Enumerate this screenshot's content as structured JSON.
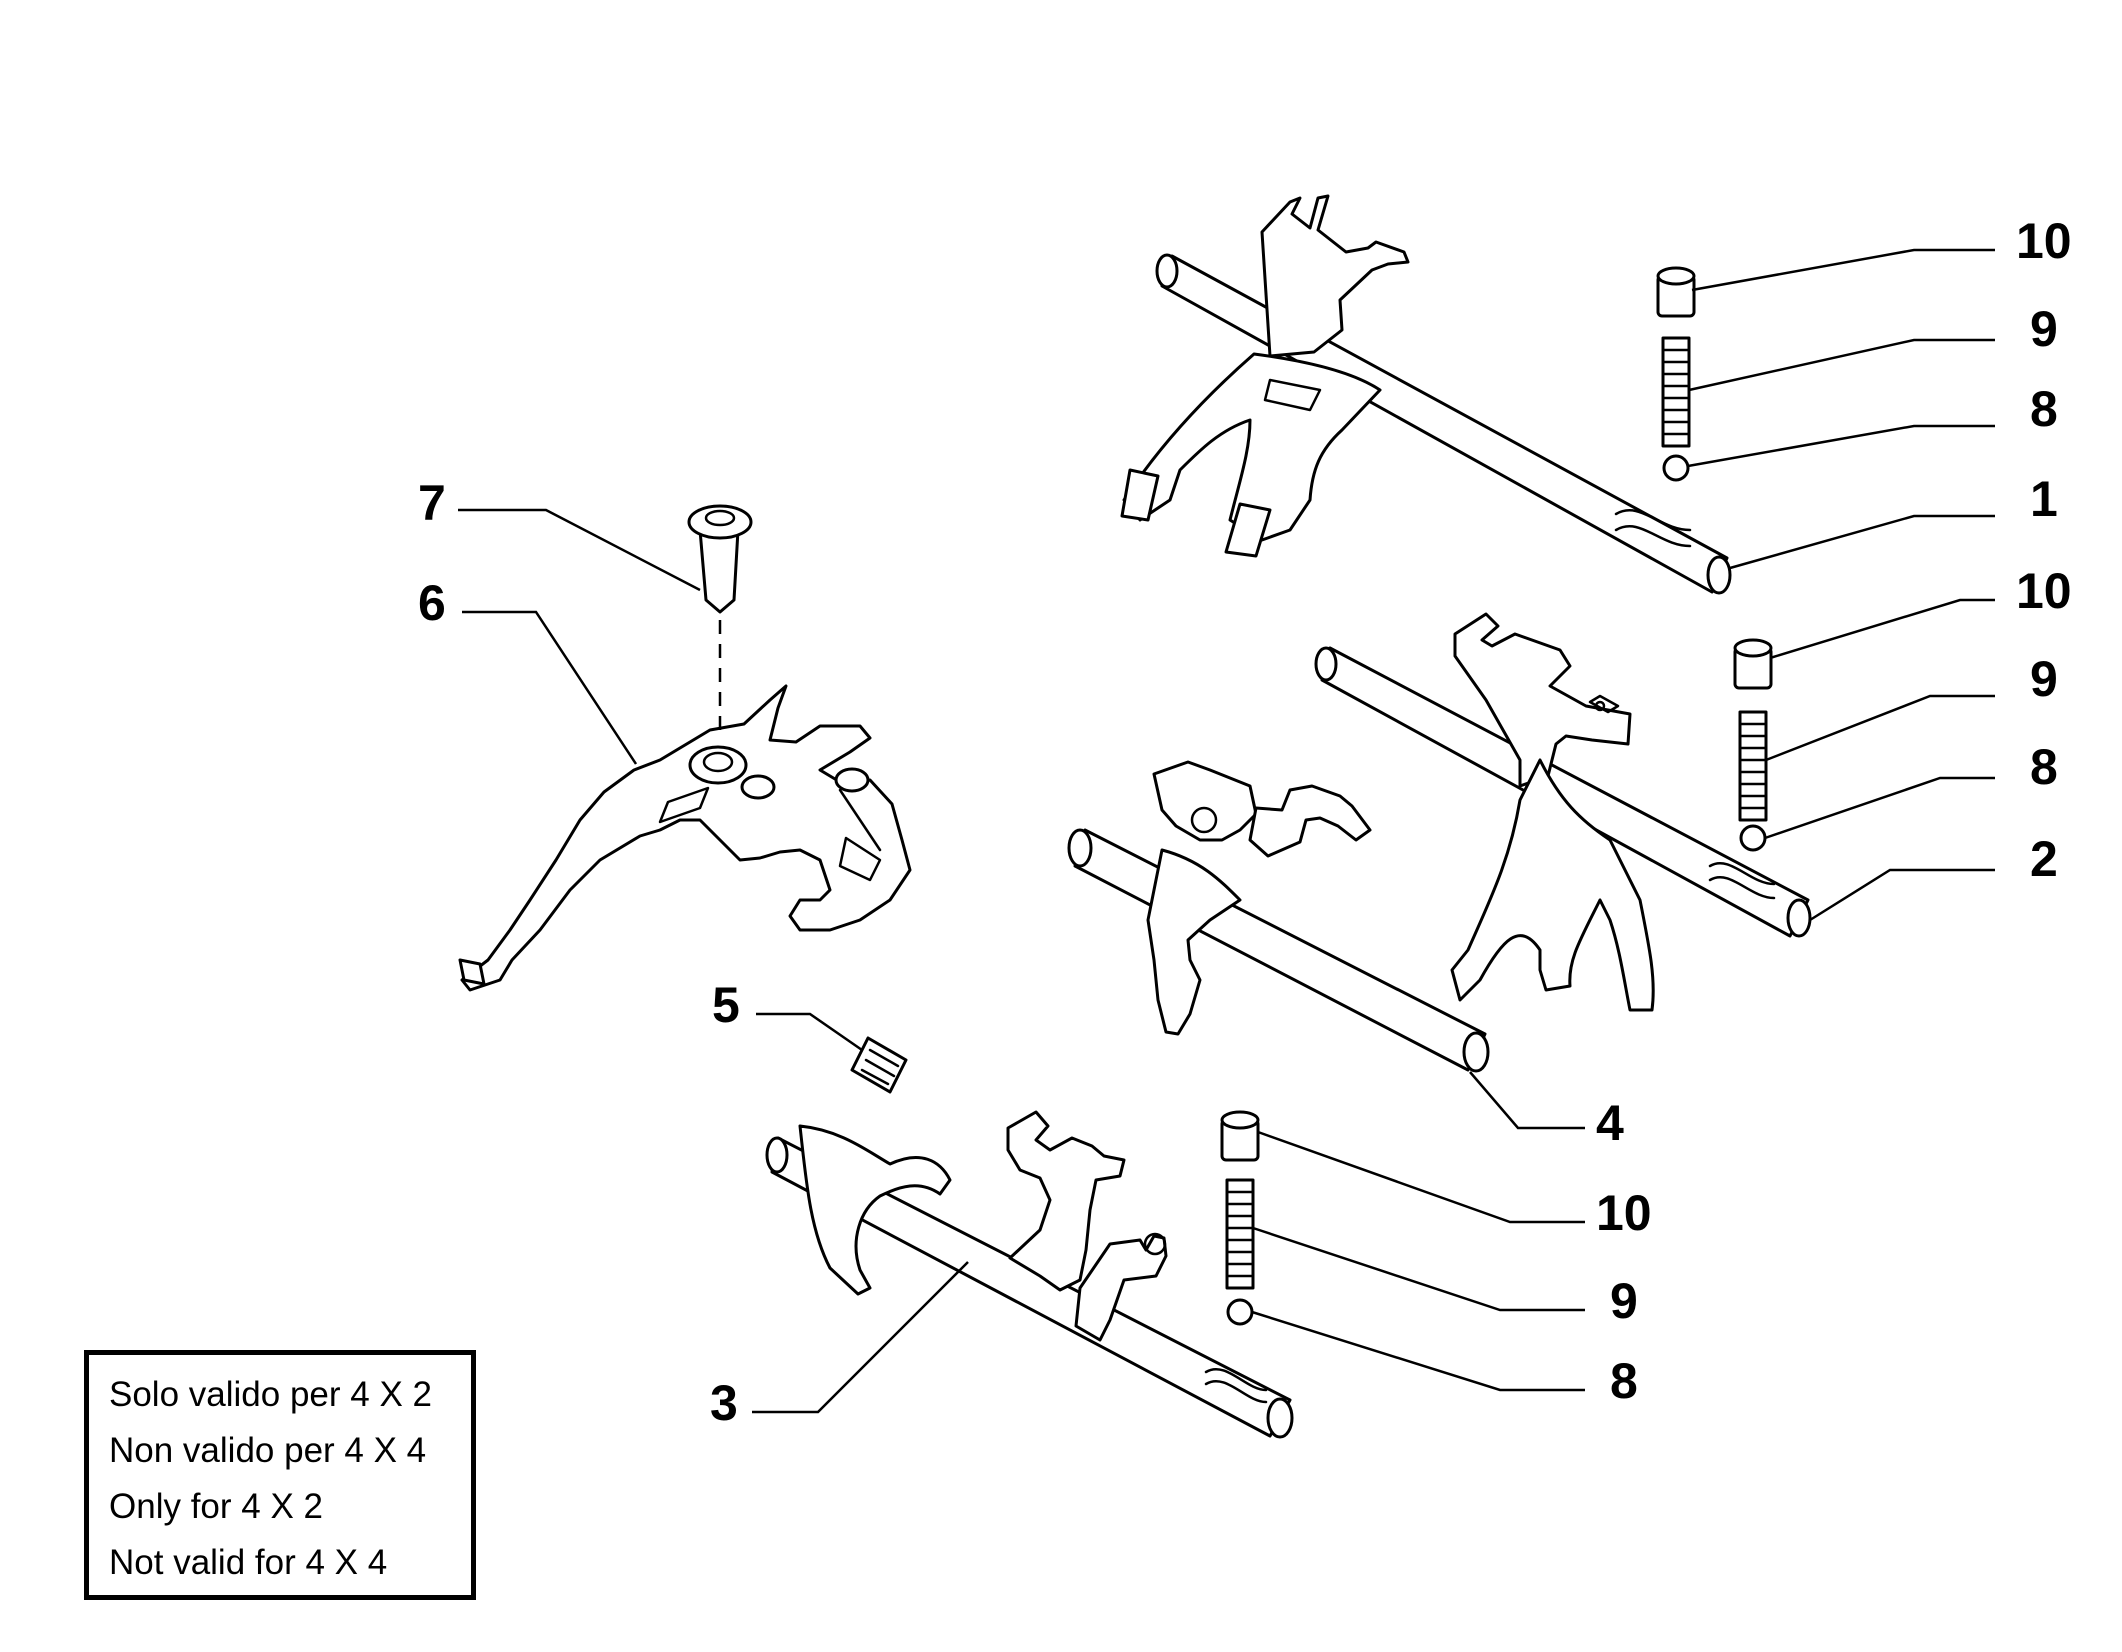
{
  "callouts": {
    "c1": "1",
    "c2": "2",
    "c3": "3",
    "c4": "4",
    "c5": "5",
    "c6": "6",
    "c7": "7",
    "c8a": "8",
    "c8b": "8",
    "c8c": "8",
    "c9a": "9",
    "c9b": "9",
    "c9c": "9",
    "c10a": "10",
    "c10b": "10",
    "c10c": "10"
  },
  "note": {
    "lines": [
      "Solo valido per 4 X 2",
      "Non valido per 4 X 4",
      "Only for 4 X 2",
      "Not valid for 4 X 4"
    ]
  }
}
